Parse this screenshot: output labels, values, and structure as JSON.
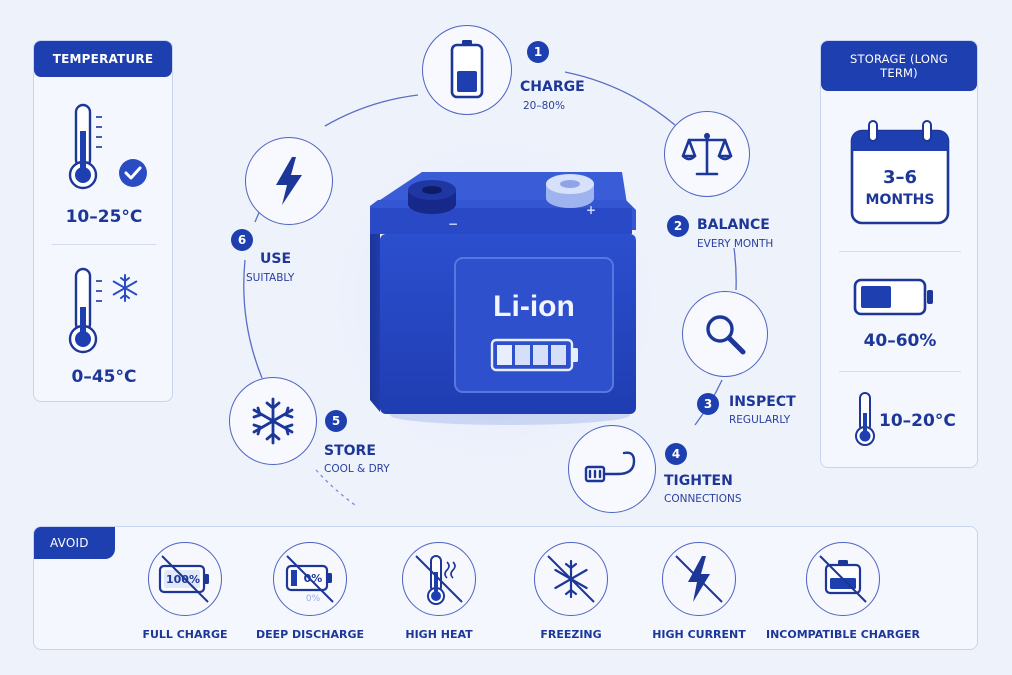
{
  "temperature": {
    "title": "TEMPERATURE",
    "charge_range": "10–25°C",
    "discharge_range": "0–45°C"
  },
  "storage": {
    "title": "STORAGE (LONG TERM)",
    "duration_line1": "3–6",
    "duration_line2": "MONTHS",
    "charge_level": "40–60%",
    "temp_range": "10–20°C"
  },
  "battery": {
    "label": "Li-ion"
  },
  "steps": [
    {
      "num": "1",
      "title": "CHARGE",
      "sub": "20–80%",
      "icon": "battery-half-icon"
    },
    {
      "num": "2",
      "title": "BALANCE",
      "sub": "EVERY MONTH",
      "icon": "scale-icon"
    },
    {
      "num": "3",
      "title": "INSPECT",
      "sub": "REGULARLY",
      "icon": "magnifier-icon"
    },
    {
      "num": "4",
      "title": "TIGHTEN",
      "sub": "CONNECTIONS",
      "icon": "connector-icon"
    },
    {
      "num": "5",
      "title": "STORE",
      "sub": "COOL & DRY",
      "icon": "snowflake-icon"
    },
    {
      "num": "6",
      "title": "USE",
      "sub": "SUITABLY",
      "icon": "lightning-icon"
    }
  ],
  "avoid": {
    "title": "AVOID",
    "items": [
      {
        "label": "FULL CHARGE",
        "icon_text": "100%"
      },
      {
        "label": "DEEP DISCHARGE",
        "icon_text": "0%",
        "icon_text_2": "0%"
      },
      {
        "label": "HIGH HEAT"
      },
      {
        "label": "FREEZING"
      },
      {
        "label": "HIGH CURRENT"
      },
      {
        "label": "INCOMPATIBLE CHARGER"
      }
    ]
  },
  "colors": {
    "primary": "#1d3fb0",
    "battery_body": "#2546c4",
    "battery_dark": "#17309a",
    "accent_light": "#e0e8fa",
    "background": "#eef2fb"
  }
}
